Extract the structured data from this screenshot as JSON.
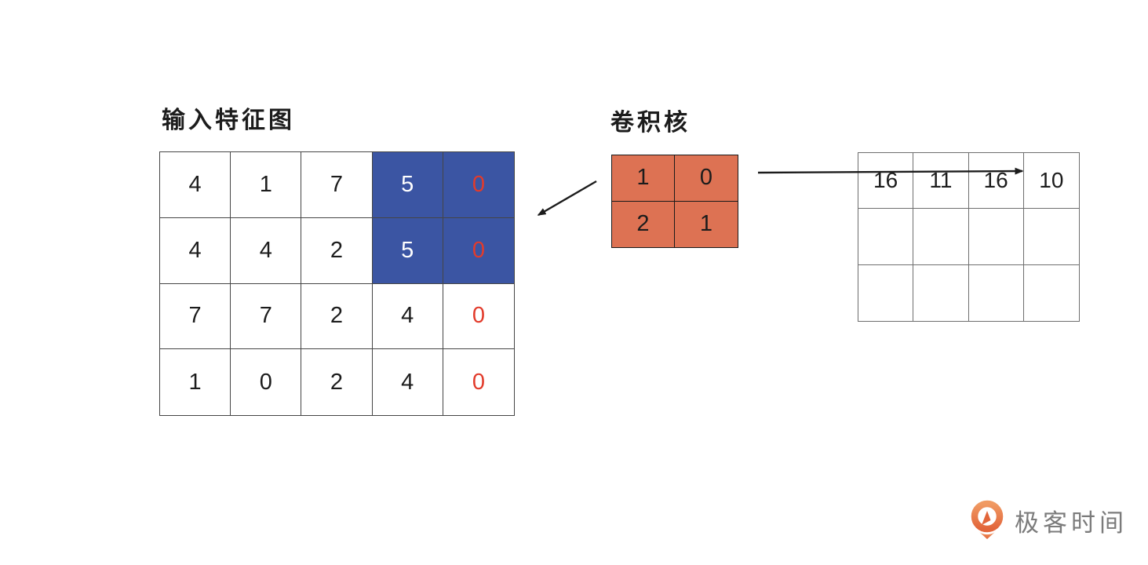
{
  "colors": {
    "highlight_blue": "#3B55A3",
    "kernel_orange": "#DD7253",
    "red_text": "#E23B2B",
    "ink": "#1C1C1C",
    "input_grid_line": "#454545",
    "output_grid_line": "#6E6E6E",
    "logo_orange_light": "#F09A63",
    "logo_orange_dark": "#E2653A",
    "logo_text_gray": "#7B7B7B"
  },
  "input_section": {
    "title": "输入特征图"
  },
  "kernel_section": {
    "title": "卷积核"
  },
  "input_grid": {
    "rows": [
      [
        {
          "v": "4"
        },
        {
          "v": "1"
        },
        {
          "v": "7"
        },
        {
          "v": "5",
          "bg": "blue",
          "fg": "white"
        },
        {
          "v": "0",
          "bg": "blue",
          "fg": "red"
        }
      ],
      [
        {
          "v": "4"
        },
        {
          "v": "4"
        },
        {
          "v": "2"
        },
        {
          "v": "5",
          "bg": "blue",
          "fg": "white"
        },
        {
          "v": "0",
          "bg": "blue",
          "fg": "red"
        }
      ],
      [
        {
          "v": "7"
        },
        {
          "v": "7"
        },
        {
          "v": "2"
        },
        {
          "v": "4"
        },
        {
          "v": "0",
          "fg": "red"
        }
      ],
      [
        {
          "v": "1"
        },
        {
          "v": "0"
        },
        {
          "v": "2"
        },
        {
          "v": "4"
        },
        {
          "v": "0",
          "fg": "red"
        }
      ]
    ]
  },
  "kernel_grid": {
    "rows": [
      [
        {
          "v": "1"
        },
        {
          "v": "0"
        }
      ],
      [
        {
          "v": "2"
        },
        {
          "v": "1"
        }
      ]
    ]
  },
  "output_grid": {
    "rows": [
      [
        {
          "v": "16"
        },
        {
          "v": "11"
        },
        {
          "v": "16"
        },
        {
          "v": "10"
        }
      ],
      [
        {
          "v": ""
        },
        {
          "v": ""
        },
        {
          "v": ""
        },
        {
          "v": ""
        }
      ],
      [
        {
          "v": ""
        },
        {
          "v": ""
        },
        {
          "v": ""
        },
        {
          "v": ""
        }
      ]
    ]
  },
  "logo": {
    "text": "极客时间"
  }
}
